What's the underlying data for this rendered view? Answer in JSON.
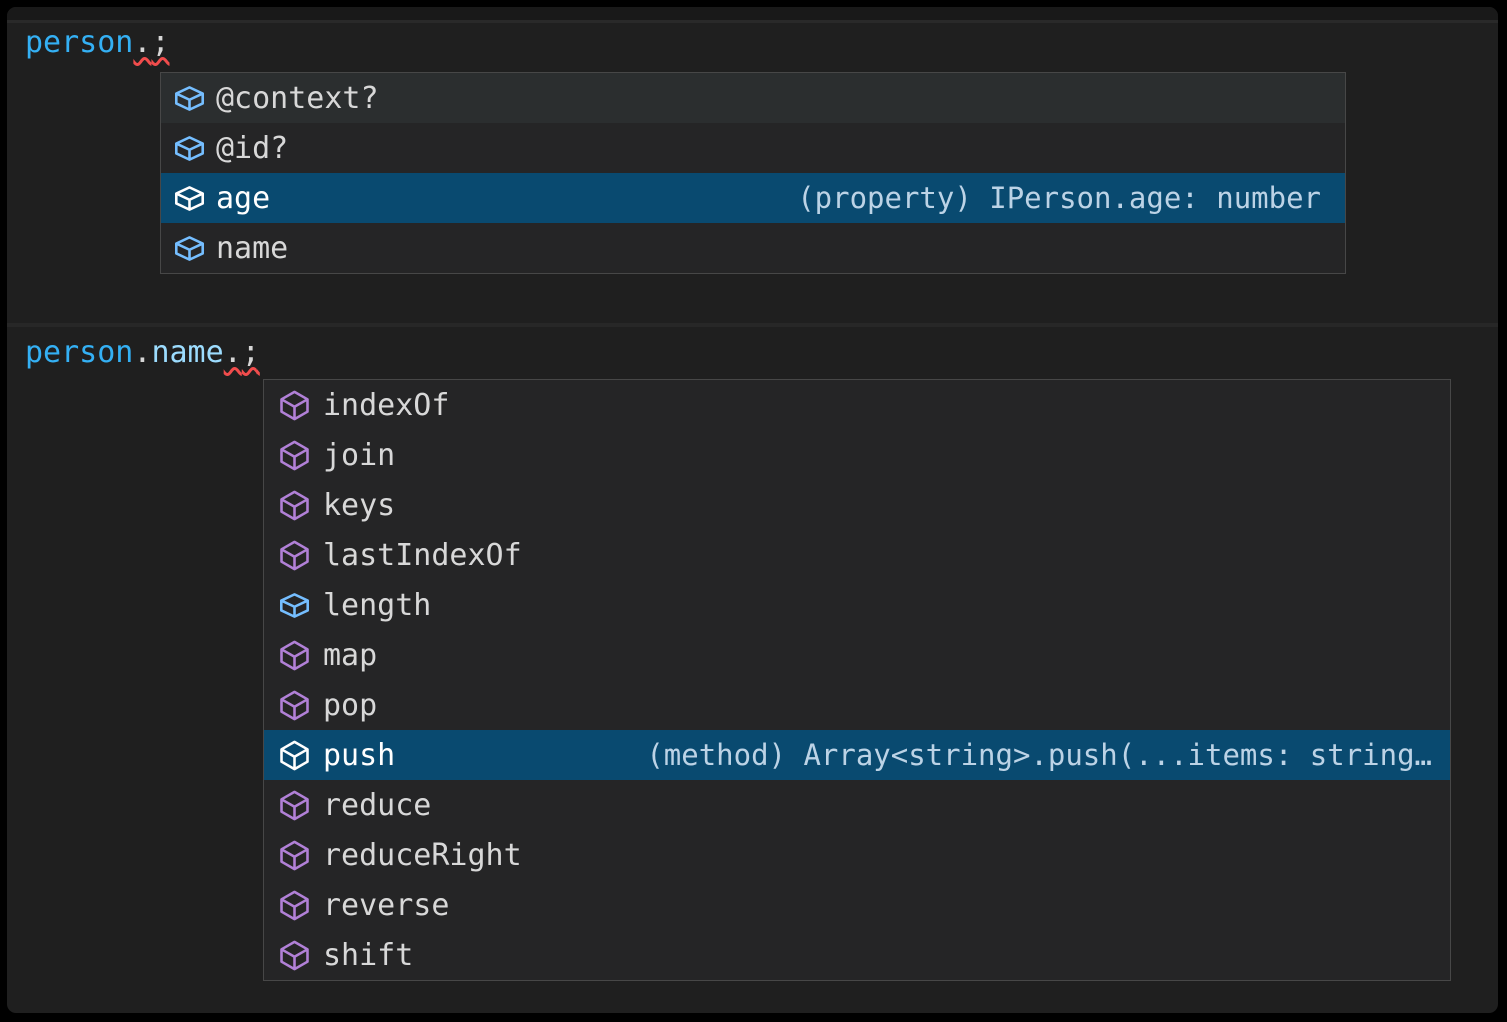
{
  "colors": {
    "editor_bg": "#1f1f1f",
    "strip": "#191919",
    "strip_edge": "#292929",
    "seam": "#272727",
    "widget_bg": "#252526",
    "widget_border": "#474747",
    "row_alt": "#2b2e2f",
    "sel_bg": "#094a70",
    "label": "#d8d8d8",
    "label_sel": "#ffffff",
    "detail_sel": "#bcd3e6",
    "field_icon": "#75beff",
    "method_icon": "#b180d7",
    "icon_sel": "#ffffff",
    "squiggle": "#f14c4c",
    "tok_variable": "#34b0f4",
    "tok_property": "#9cdcfe",
    "tok_punct": "#d6d6d6"
  },
  "editor": {
    "snippets": [
      {
        "code_tokens": [
          {
            "text": "person",
            "style": "variable",
            "squiggle": false
          },
          {
            "text": ".",
            "style": "punct",
            "squiggle": true
          },
          {
            "text": ";",
            "style": "punct",
            "squiggle": true
          }
        ],
        "suggest": {
          "items": [
            {
              "label": "@context?",
              "kind": "field",
              "alt_bg": true
            },
            {
              "label": "@id?",
              "kind": "field"
            },
            {
              "label": "age",
              "kind": "field",
              "selected": true,
              "detail": "(property) IPerson.age: number"
            },
            {
              "label": "name",
              "kind": "field"
            }
          ]
        }
      },
      {
        "code_tokens": [
          {
            "text": "person",
            "style": "variable",
            "squiggle": false
          },
          {
            "text": ".",
            "style": "punct",
            "squiggle": false
          },
          {
            "text": "name",
            "style": "property",
            "squiggle": false
          },
          {
            "text": ".",
            "style": "punct",
            "squiggle": true
          },
          {
            "text": ";",
            "style": "punct",
            "squiggle": true
          }
        ],
        "suggest": {
          "items": [
            {
              "label": "indexOf",
              "kind": "method"
            },
            {
              "label": "join",
              "kind": "method"
            },
            {
              "label": "keys",
              "kind": "method"
            },
            {
              "label": "lastIndexOf",
              "kind": "method"
            },
            {
              "label": "length",
              "kind": "field"
            },
            {
              "label": "map",
              "kind": "method"
            },
            {
              "label": "pop",
              "kind": "method"
            },
            {
              "label": "push",
              "kind": "method",
              "selected": true,
              "detail": "(method) Array<string>.push(...items: string…"
            },
            {
              "label": "reduce",
              "kind": "method"
            },
            {
              "label": "reduceRight",
              "kind": "method"
            },
            {
              "label": "reverse",
              "kind": "method"
            },
            {
              "label": "shift",
              "kind": "method"
            }
          ]
        }
      }
    ]
  }
}
